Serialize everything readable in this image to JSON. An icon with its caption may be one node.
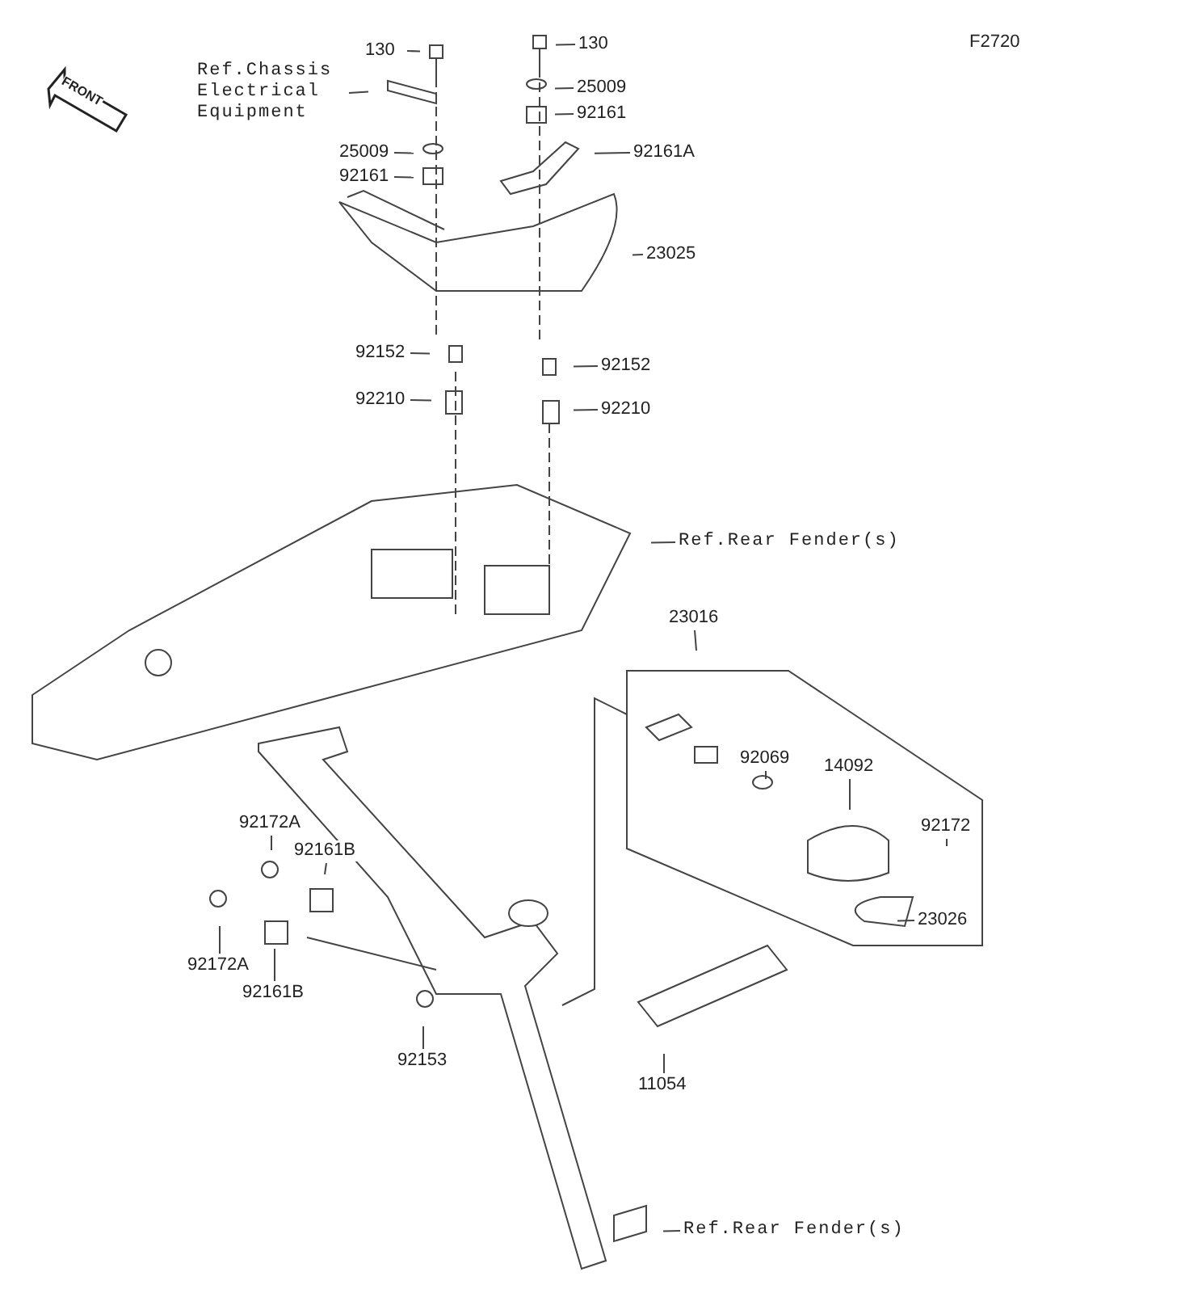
{
  "diagram": {
    "nodes": [
      {
        "text": [
          "130"
        ]
      },
      {
        "text": [
          "130"
        ]
      },
      {
        "text": [
          "Ref.Chassis Electrical Equipment"
        ]
      },
      {
        "text": [
          "25009"
        ]
      },
      {
        "text": [
          "92161"
        ]
      },
      {
        "text": [
          "25009"
        ]
      },
      {
        "text": [
          "92161"
        ]
      },
      {
        "text": [
          "92161A"
        ]
      },
      {
        "text": [
          "23025"
        ]
      },
      {
        "text": [
          "92152"
        ]
      },
      {
        "text": [
          "92152"
        ]
      },
      {
        "text": [
          "92210"
        ]
      },
      {
        "text": [
          "92210"
        ]
      },
      {
        "text": [
          "Ref.Rear Fender(s)"
        ]
      },
      {
        "text": [
          "23016"
        ]
      },
      {
        "text": [
          "92069"
        ]
      },
      {
        "text": [
          "14092"
        ]
      },
      {
        "text": [
          "92172"
        ]
      },
      {
        "text": [
          "23026"
        ]
      },
      {
        "text": [
          "92172A"
        ]
      },
      {
        "text": [
          "92161B"
        ]
      },
      {
        "text": [
          "92172A"
        ]
      },
      {
        "text": [
          "92161B"
        ]
      },
      {
        "text": [
          "92153"
        ]
      },
      {
        "text": [
          "11054"
        ]
      },
      {
        "text": [
          "Ref.Rear Fender(s)"
        ]
      }
    ],
    "edges": [
      {
        "from": 0,
        "to": null,
        "arrow": "none"
      },
      {
        "from": 1,
        "to": null,
        "arrow": "none"
      },
      {
        "from": 2,
        "to": null,
        "arrow": "none"
      },
      {
        "from": 3,
        "to": null,
        "arrow": "none"
      },
      {
        "from": 4,
        "to": null,
        "arrow": "none"
      },
      {
        "from": 5,
        "to": null,
        "arrow": "none"
      },
      {
        "from": 6,
        "to": null,
        "arrow": "none"
      },
      {
        "from": 7,
        "to": null,
        "arrow": "none"
      },
      {
        "from": 8,
        "to": null,
        "arrow": "none"
      },
      {
        "from": 9,
        "to": null,
        "arrow": "none"
      },
      {
        "from": 10,
        "to": null,
        "arrow": "none"
      },
      {
        "from": 11,
        "to": null,
        "arrow": "none"
      },
      {
        "from": 12,
        "to": null,
        "arrow": "none"
      },
      {
        "from": 13,
        "to": null,
        "arrow": "none"
      },
      {
        "from": 14,
        "to": null,
        "arrow": "none"
      },
      {
        "from": 15,
        "to": null,
        "arrow": "none"
      },
      {
        "from": 16,
        "to": null,
        "arrow": "none"
      },
      {
        "from": 17,
        "to": null,
        "arrow": "none"
      },
      {
        "from": 18,
        "to": null,
        "arrow": "none"
      },
      {
        "from": 19,
        "to": null,
        "arrow": "none"
      },
      {
        "from": 20,
        "to": null,
        "arrow": "none"
      },
      {
        "from": 21,
        "to": null,
        "arrow": "none"
      },
      {
        "from": 22,
        "to": null,
        "arrow": "none"
      },
      {
        "from": 23,
        "to": null,
        "arrow": "none"
      },
      {
        "from": 24,
        "to": null,
        "arrow": "none"
      },
      {
        "from": 25,
        "to": null,
        "arrow": "none"
      }
    ],
    "labels": [
      "F2720",
      "FRONT"
    ]
  }
}
